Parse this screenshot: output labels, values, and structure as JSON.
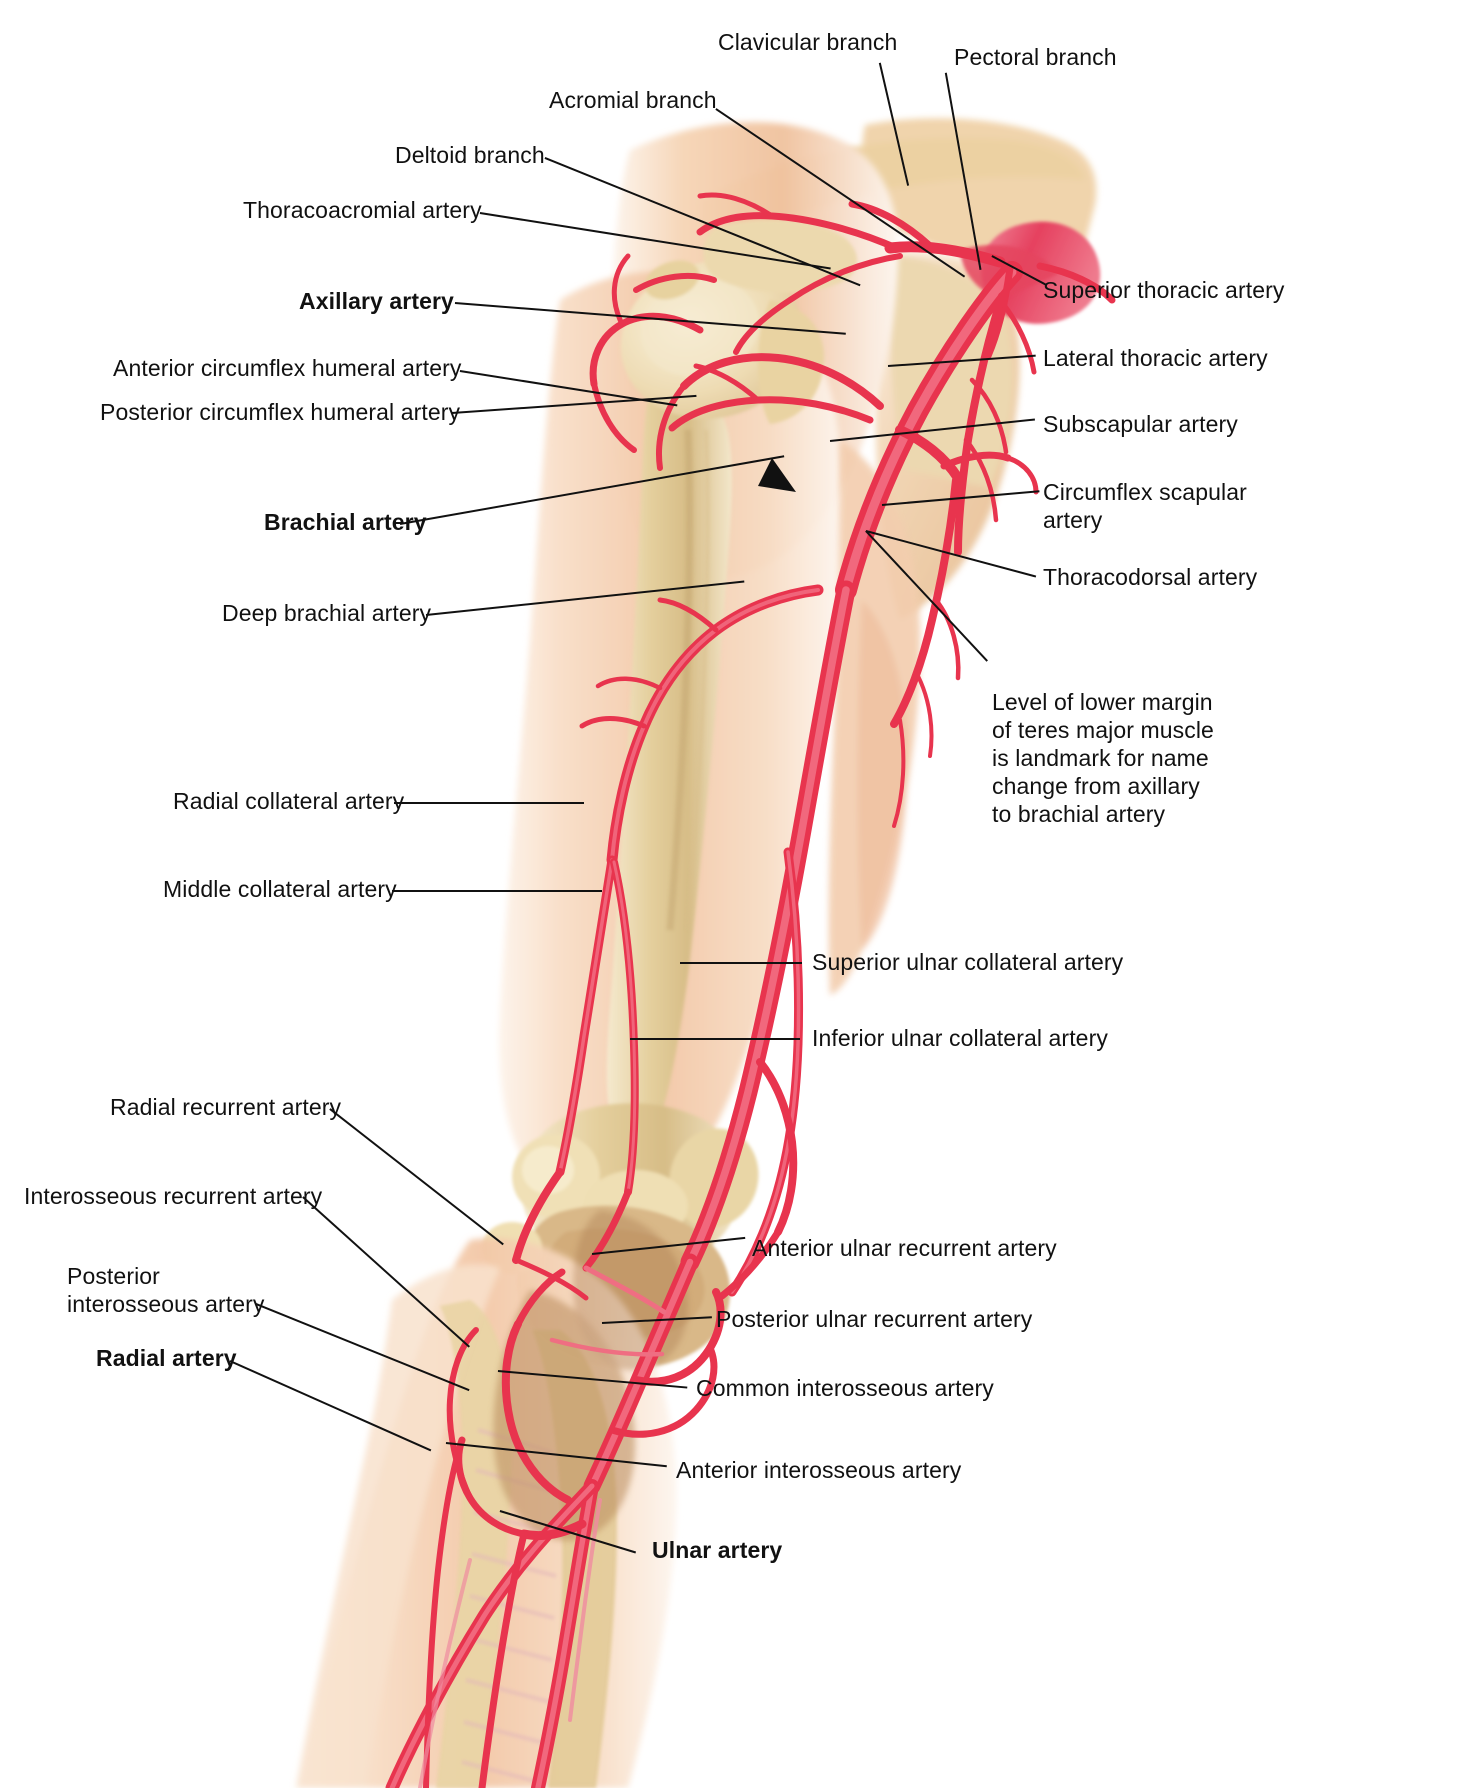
{
  "figure": {
    "title": "Arteries of the upper limb (anterior view)",
    "kind": "anatomical-illustration",
    "background_color": "#ffffff",
    "artery_color": "#e8344e",
    "artery_color_light": "#ef6e82",
    "bone_color": "#e8d6a8",
    "skin_color": "#f6d7c0",
    "muscle_color": "#eaa286",
    "leader_color": "#111111"
  },
  "labels": {
    "clavicular_branch": "Clavicular branch",
    "pectoral_branch": "Pectoral branch",
    "acromial_branch": "Acromial branch",
    "deltoid_branch": "Deltoid branch",
    "thoracoacromial_artery": "Thoracoacromial artery",
    "axillary_artery": "Axillary artery",
    "anterior_circumflex_humeral_artery": "Anterior circumflex humeral artery",
    "posterior_circumflex_humeral_artery": "Posterior circumflex humeral artery",
    "brachial_artery": "Brachial artery",
    "deep_brachial_artery": "Deep brachial artery",
    "radial_collateral_artery": "Radial collateral artery",
    "middle_collateral_artery": "Middle collateral artery",
    "radial_recurrent_artery": "Radial recurrent artery",
    "interosseous_recurrent_artery": "Interosseous recurrent artery",
    "posterior_interosseous_artery_line1": "Posterior",
    "posterior_interosseous_artery_line2": "interosseous artery",
    "radial_artery": "Radial artery",
    "superior_thoracic_artery": "Superior thoracic artery",
    "lateral_thoracic_artery": "Lateral thoracic artery",
    "subscapular_artery": "Subscapular artery",
    "circumflex_scapular_artery_line1": "Circumflex scapular",
    "circumflex_scapular_artery_line2": "artery",
    "thoracodorsal_artery": "Thoracodorsal artery",
    "teres_major_note_line1": "Level of lower margin",
    "teres_major_note_line2": "of teres major muscle",
    "teres_major_note_line3": "is landmark for name",
    "teres_major_note_line4": "change from axillary",
    "teres_major_note_line5": "to brachial artery",
    "superior_ulnar_collateral_artery": "Superior ulnar collateral artery",
    "inferior_ulnar_collateral_artery": "Inferior ulnar collateral artery",
    "anterior_ulnar_recurrent_artery": "Anterior ulnar recurrent artery",
    "posterior_ulnar_recurrent_artery": "Posterior ulnar recurrent artery",
    "common_interosseous_artery": "Common interosseous artery",
    "anterior_interosseous_artery": "Anterior interosseous artery",
    "ulnar_artery": "Ulnar artery"
  }
}
